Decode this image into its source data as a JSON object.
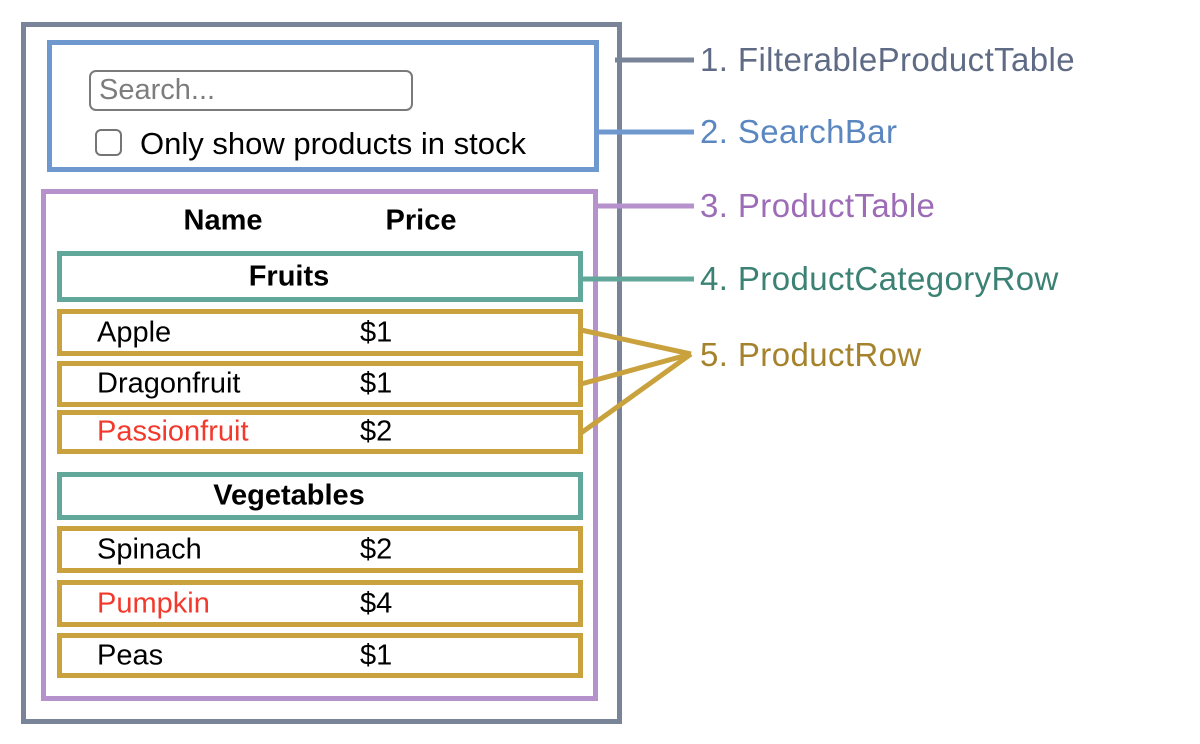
{
  "component_labels": [
    {
      "text": "1. FilterableProductTable",
      "color": "#5f6b85"
    },
    {
      "text": "2. SearchBar",
      "color": "#5b87c0"
    },
    {
      "text": "3. ProductTable",
      "color": "#9c6cb6"
    },
    {
      "text": "4. ProductCategoryRow",
      "color": "#3b8274"
    },
    {
      "text": "5. ProductRow",
      "color": "#a5832d"
    }
  ],
  "search_bar": {
    "input_placeholder": "Search...",
    "checkbox_label": "Only show products in stock",
    "checkbox_checked": false
  },
  "product_table": {
    "headers": {
      "name": "Name",
      "price": "Price"
    },
    "sections": [
      {
        "category": "Fruits",
        "rows": [
          {
            "name": "Apple",
            "price": "$1",
            "stock_status": "in-stock"
          },
          {
            "name": "Dragonfruit",
            "price": "$1",
            "stock_status": "in-stock"
          },
          {
            "name": "Passionfruit",
            "price": "$2",
            "stock_status": "out-of-stock"
          }
        ]
      },
      {
        "category": "Vegetables",
        "rows": [
          {
            "name": "Spinach",
            "price": "$2",
            "stock_status": "in-stock"
          },
          {
            "name": "Pumpkin",
            "price": "$4",
            "stock_status": "out-of-stock"
          },
          {
            "name": "Peas",
            "price": "$1",
            "stock_status": "in-stock"
          }
        ]
      }
    ]
  },
  "colors": {
    "filterable_product_table": "#7a8499",
    "search_bar": "#6f99ce",
    "product_table": "#b592cc",
    "product_category_row": "#62a89a",
    "product_row": "#c9a23e",
    "out_of_stock_text": "#f3392b"
  }
}
